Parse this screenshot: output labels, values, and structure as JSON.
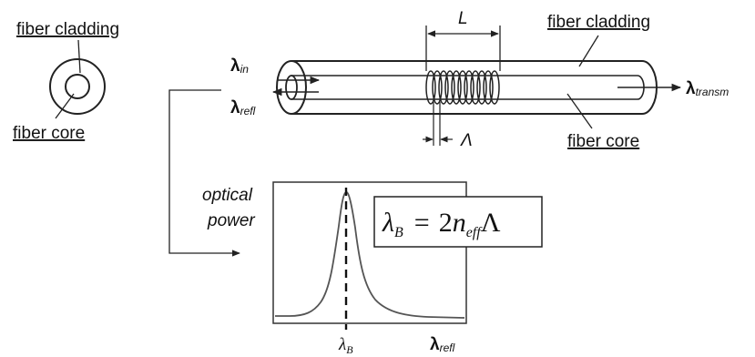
{
  "cross_section": {
    "cladding_label": "fiber cladding",
    "core_label": "fiber core"
  },
  "fiber": {
    "grating_length_label": "L",
    "period_label": "Λ",
    "cladding_label": "fiber cladding",
    "core_label": "fiber core"
  },
  "signals": {
    "input": {
      "symbol": "λ",
      "subscript": "in"
    },
    "reflected": {
      "symbol": "λ",
      "subscript": "refl"
    },
    "transmitted": {
      "symbol": "λ",
      "subscript": "transm"
    }
  },
  "spectrum": {
    "ylabel_line1": "optical",
    "ylabel_line2": "power",
    "xlabel_symbol": "λ",
    "xlabel_subscript": "refl",
    "peak_symbol": "λ",
    "peak_subscript": "B"
  },
  "formula": {
    "lhs_symbol": "λ",
    "lhs_subscript": "B",
    "equals": "=",
    "coefficient": "2",
    "n_symbol": "n",
    "n_subscript": "eff",
    "period": "Λ"
  }
}
